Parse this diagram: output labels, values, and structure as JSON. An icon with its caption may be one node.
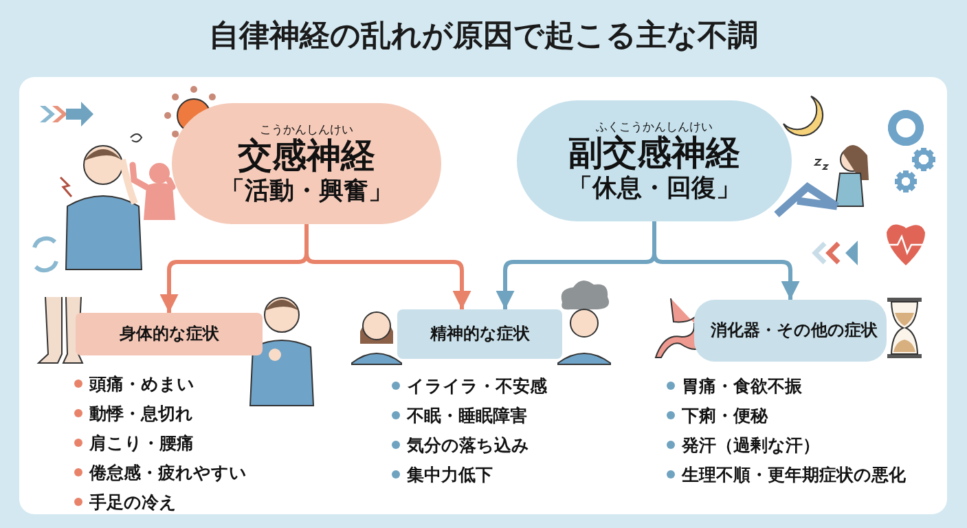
{
  "diagram": {
    "title": "自律神経の乱れが原因で起こる主な不調",
    "nodes": [
      {
        "text": [
          "こうかんしんけい",
          "交感神経",
          "「活動・興奮」"
        ]
      },
      {
        "text": [
          "ふくこうかんしんけい",
          "副交感神経",
          "「休息・回復」"
        ]
      },
      {
        "text": [
          "身体的な症状"
        ],
        "beside": [
          "頭痛・めまい",
          "動悸・息切れ",
          "肩こり・腰痛",
          "倦怠感・疲れやすい",
          "手足の冷え"
        ]
      },
      {
        "text": [
          "精神的な症状"
        ],
        "beside": [
          "イライラ・不安感",
          "不眠・睡眠障害",
          "気分の落ち込み",
          "集中力低下"
        ]
      },
      {
        "text": [
          "消化器・その他の症状"
        ],
        "beside": [
          "胃痛・食欲不振",
          "下痢・便秘",
          "発汗（過剰な汗）",
          "生理不順・更年期症状の悪化"
        ]
      }
    ],
    "edges": [
      {
        "from": 0,
        "to": 2,
        "arrow": "to",
        "color": "#e8836a"
      },
      {
        "from": 0,
        "to": 3,
        "arrow": "to",
        "color": "#e8836a"
      },
      {
        "from": 1,
        "to": 3,
        "arrow": "to",
        "color": "#6fa3c0"
      },
      {
        "from": 1,
        "to": 4,
        "arrow": "to",
        "color": "#6fa3c0"
      }
    ]
  }
}
